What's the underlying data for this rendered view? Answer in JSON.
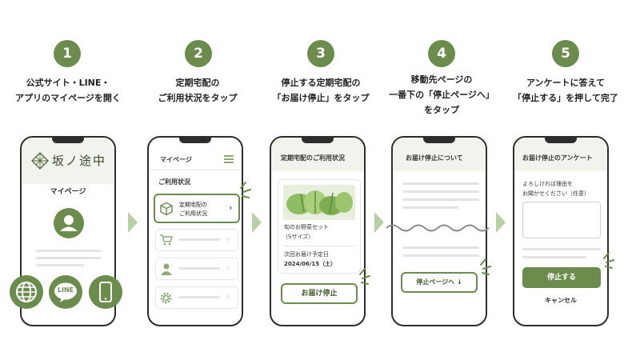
{
  "steps": [
    {
      "number": "1",
      "caption": [
        "公式サイト・LINE・",
        "アプリのマイページを開く"
      ]
    },
    {
      "number": "2",
      "caption": [
        "定期宅配の",
        "ご利用状況をタップ"
      ]
    },
    {
      "number": "3",
      "caption": [
        "停止する定期宅配の",
        "「お届け停止」をタップ"
      ]
    },
    {
      "number": "4",
      "caption": [
        "移動先ページの",
        "一番下の「停止ページへ」",
        "をタップ"
      ]
    },
    {
      "number": "5",
      "caption": [
        "アンケートに答えて",
        "「停止する」を押して完了"
      ]
    }
  ],
  "phone1": {
    "logo": "坂ノ途中",
    "title": "マイページ",
    "channel_icons": [
      "globe-icon",
      "line-icon",
      "smartphone-icon"
    ],
    "line_label": "LINE"
  },
  "phone2": {
    "title": "マイページ",
    "section": "ご利用状況",
    "delivery_item": "定期宅配の\nご利用状況"
  },
  "phone3": {
    "title": "定期宅配のご利用状況",
    "product": "旬のお野菜セット",
    "size": "（Sサイズ）",
    "next_label": "次回お届け予定日",
    "next_date": "2024/06/15（土）",
    "stop_button": "お届け停止"
  },
  "phone4": {
    "title": "お届け停止について",
    "button": "停止ページへ ↓"
  },
  "phone5": {
    "title": "お届け停止のアンケート",
    "prompt": "よろしければ理由を\nお聞かせください（任意）",
    "submit": "停止する",
    "cancel": "キャンセル"
  },
  "colors": {
    "accent": "#6b8c4c",
    "light": "#f1f3ec",
    "arrow": "#b9cfa6"
  }
}
